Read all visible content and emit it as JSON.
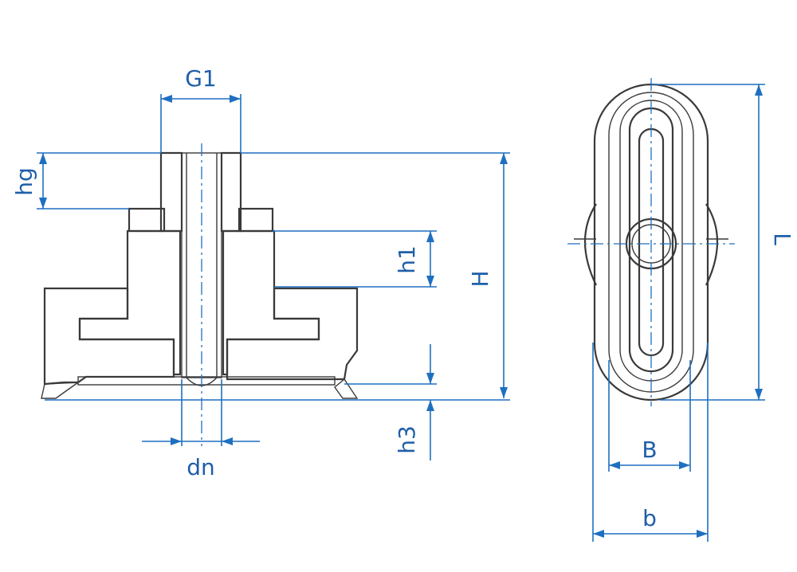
{
  "labels": {
    "g1": "G1",
    "hg": "hg",
    "h1": "h1",
    "H": "H",
    "h3": "h3",
    "dn": "dn",
    "L": "L",
    "B": "B",
    "b": "b"
  },
  "colors": {
    "dimension": "#1f6fc0",
    "outline": "#3a3a3a",
    "hatch": "#555555",
    "rubber_fill": "#e4e4e4"
  }
}
